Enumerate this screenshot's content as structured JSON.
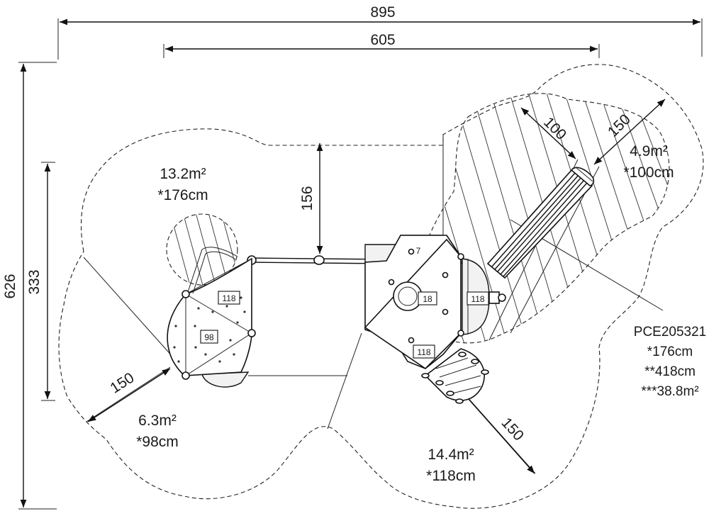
{
  "product": {
    "code": "PCE205321",
    "free_height": "*176cm",
    "max_height": "**418cm",
    "total_area": "***38.8m²"
  },
  "dimensions": {
    "overall_width": "895",
    "structure_width": "605",
    "overall_depth": "626",
    "structure_depth": "333",
    "bridge_gap": "156",
    "zone_sw": "150",
    "zone_se": "150",
    "slide_inner": "100",
    "slide_outer": "150"
  },
  "zones": [
    {
      "id": "nw",
      "area": "13.2m²",
      "height": "*176cm"
    },
    {
      "id": "sw",
      "area": "6.3m²",
      "height": "*98cm"
    },
    {
      "id": "se",
      "area": "14.4m²",
      "height": "*118cm"
    },
    {
      "id": "ne",
      "area": "4.9m²",
      "height": "*100cm"
    }
  ],
  "platforms": {
    "left_top": "118",
    "left_center": "98",
    "right_center": "18",
    "right_side": "118",
    "right_bottom": "118",
    "right_small": "7"
  }
}
